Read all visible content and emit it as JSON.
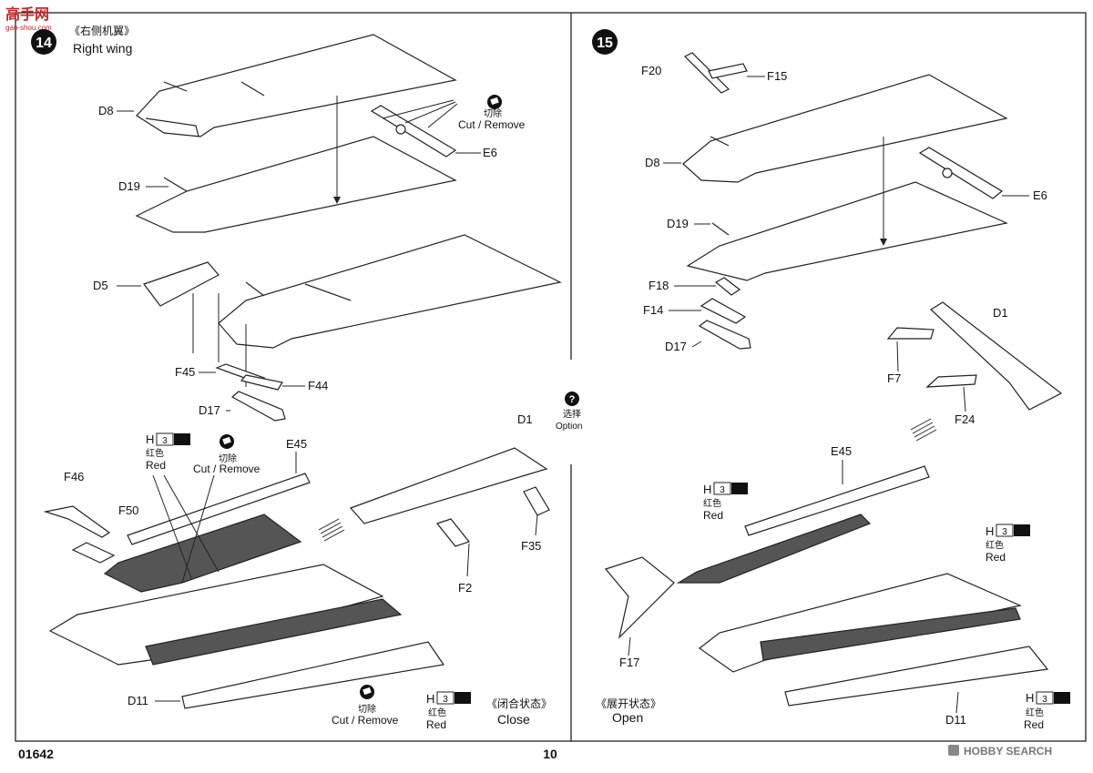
{
  "header": {
    "site_logo": "高手网",
    "site_url": "gao-shou.com"
  },
  "step14": {
    "number": "14",
    "title_cn": "《右侧机翼》",
    "title_en": "Right wing",
    "parts": [
      "D8",
      "D19",
      "E6",
      "D5",
      "F45",
      "F44",
      "D17",
      "E45",
      "F46",
      "F50",
      "D1",
      "F35",
      "F2",
      "D11"
    ],
    "cut_cn": "切除",
    "cut_en": "Cut / Remove",
    "paint_code": "H",
    "paint_num": "3",
    "paint_box": "3",
    "red_cn": "红色",
    "red_en": "Red",
    "state_cn": "《闭合状态》",
    "state_en": "Close"
  },
  "option": {
    "cn": "选择",
    "en": "Option"
  },
  "step15": {
    "number": "15",
    "parts": [
      "F20",
      "F15",
      "D8",
      "E6",
      "D19",
      "F18",
      "F14",
      "D17",
      "D1",
      "F7",
      "F24",
      "E45",
      "F17",
      "D11"
    ],
    "paint_code": "H",
    "paint_num": "3",
    "paint_box": "3",
    "red_cn": "红色",
    "red_en": "Red",
    "state_cn": "《展开状态》",
    "state_en": "Open"
  },
  "footer": {
    "product_code": "01642",
    "page_number": "10",
    "watermark": "HOBBY SEARCH"
  }
}
